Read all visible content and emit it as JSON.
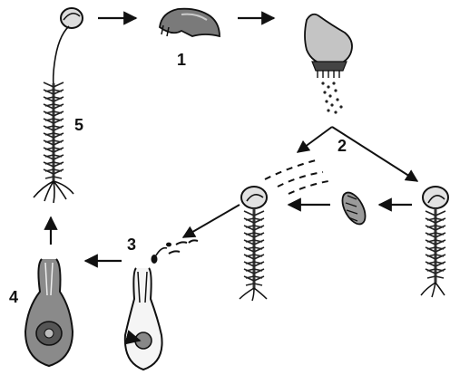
{
  "labels": {
    "step1": "1",
    "step2": "2",
    "step3": "3",
    "step4": "4",
    "step5": "5"
  },
  "colors": {
    "ink": "#111111",
    "shade": "#6e6e6e",
    "light": "#bdbdbd"
  }
}
